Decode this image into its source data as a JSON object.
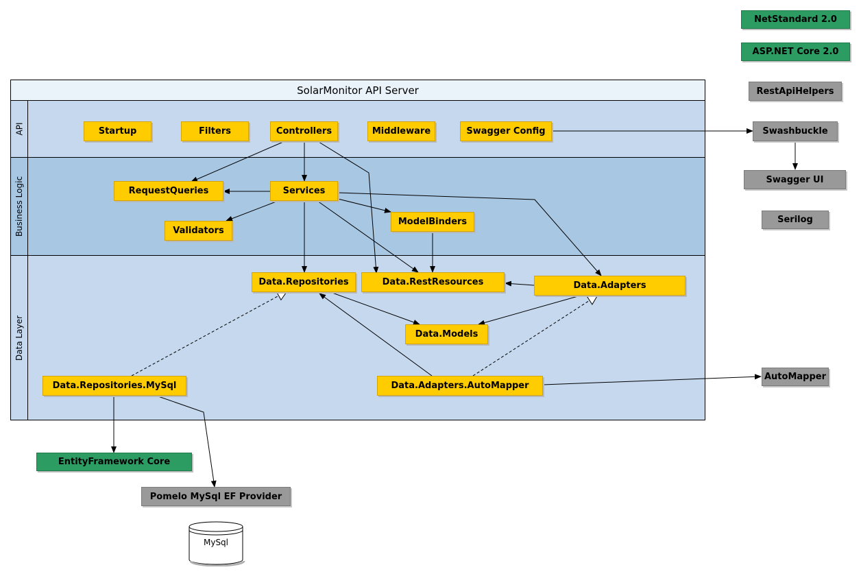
{
  "pool": {
    "title": "SolarMonitor API Server"
  },
  "lanes": {
    "api": "API",
    "business": "Business Logic",
    "data": "Data Layer"
  },
  "nodes": {
    "startup": "Startup",
    "filters": "Filters",
    "controllers": "Controllers",
    "middleware": "Middleware",
    "swagger_config": "Swagger Config",
    "request_queries": "RequestQueries",
    "services": "Services",
    "validators": "Validators",
    "model_binders": "ModelBinders",
    "data_repositories": "Data.Repositories",
    "data_rest_resources": "Data.RestResources",
    "data_adapters": "Data.Adapters",
    "data_models": "Data.Models",
    "data_repositories_mysql": "Data.Repositories.MySql",
    "data_adapters_automapper": "Data.Adapters.AutoMapper",
    "netstandard": "NetStandard 2.0",
    "aspnet_core": "ASP.NET Core 2.0",
    "rest_api_helpers": "RestApiHelpers",
    "swashbuckle": "Swashbuckle",
    "swagger_ui": "Swagger UI",
    "serilog": "Serilog",
    "automapper": "AutoMapper",
    "entity_framework": "EntityFramework Core",
    "pomelo": "Pomelo MySql EF Provider",
    "mysql_db": "MySql"
  },
  "colors": {
    "component": "#ffcc00",
    "external_package": "#999999",
    "framework": "#2d9c62",
    "api_lane": "#c5d8ee",
    "business_lane": "#a8c7e3",
    "data_lane": "#c5d8ee"
  }
}
